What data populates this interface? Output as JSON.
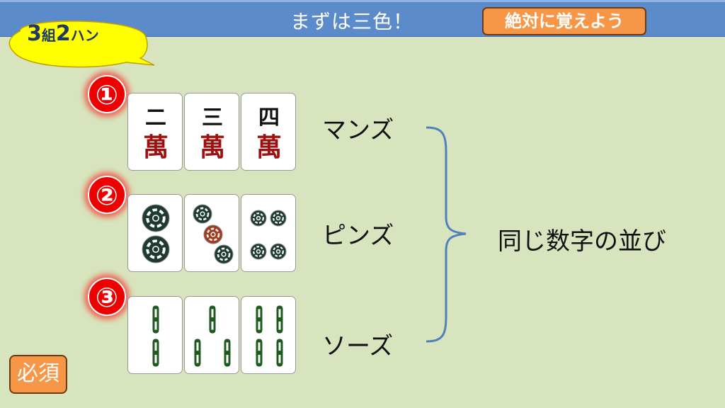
{
  "header": {
    "title": "まずは三色！",
    "must_remember_label": "絶対に覚えよう"
  },
  "bubble": {
    "count": "3",
    "unit": "組",
    "han": "2",
    "han_unit": "ハン"
  },
  "groups": [
    {
      "number": "①",
      "suit": "マンズ",
      "tiles": [
        {
          "num": "二",
          "suit_char": "萬"
        },
        {
          "num": "三",
          "suit_char": "萬"
        },
        {
          "num": "四",
          "suit_char": "萬"
        }
      ]
    },
    {
      "number": "②",
      "suit": "ピンズ",
      "tiles": [
        2,
        3,
        4
      ]
    },
    {
      "number": "③",
      "suit": "ソーズ",
      "tiles": [
        2,
        3,
        4
      ]
    }
  ],
  "summary": "同じ数字の並び",
  "required_badge": "必須",
  "colors": {
    "header": "#5b8bcb",
    "background": "#d7e4bd",
    "accent": "#f79646",
    "brace": "#4f81bd"
  }
}
